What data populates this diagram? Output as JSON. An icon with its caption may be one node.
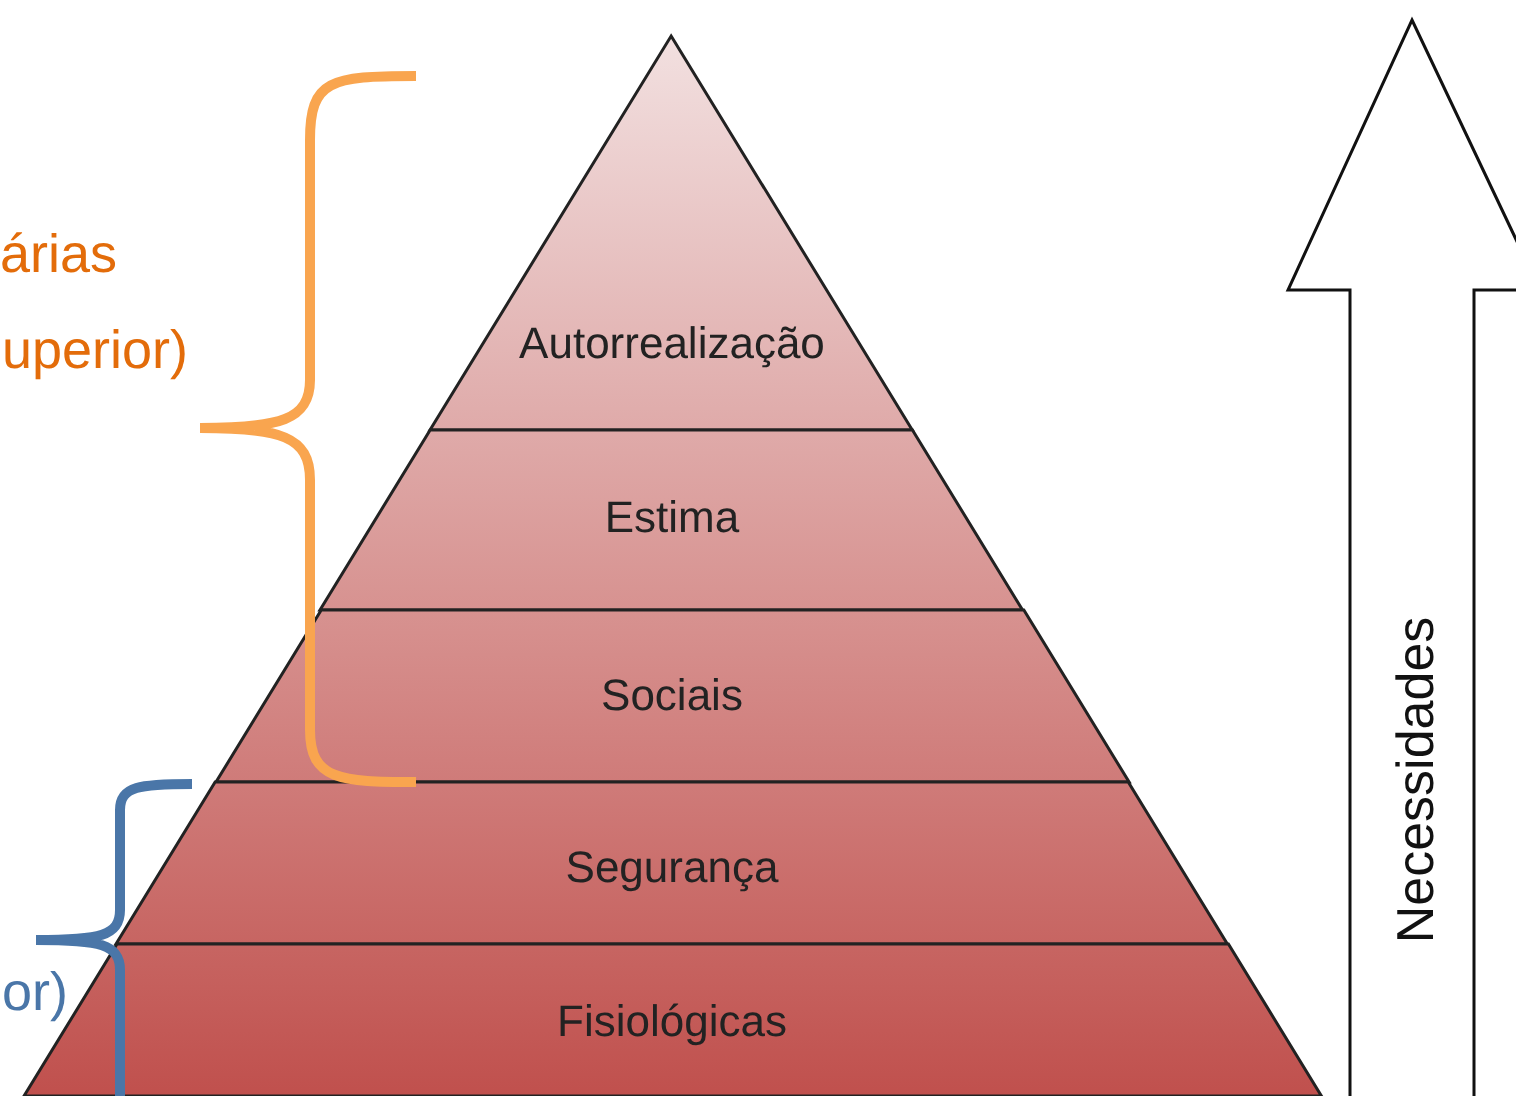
{
  "diagram": {
    "nodes": [
      {
        "text": [
          "Autorrealização"
        ]
      },
      {
        "text": [
          "Estima"
        ]
      },
      {
        "text": [
          "Sociais"
        ]
      },
      {
        "text": [
          "Segurança"
        ]
      },
      {
        "text": [
          "Fisiológicas"
        ]
      },
      {
        "text": [
          "Necessidades"
        ]
      }
    ],
    "labels": [
      "árias",
      "uperior)",
      "or)"
    ]
  }
}
